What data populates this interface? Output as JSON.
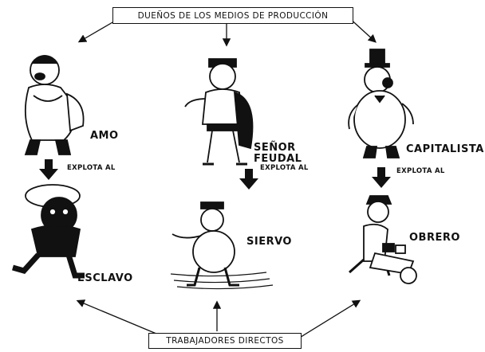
{
  "top_box": "DUEÑOS DE LOS MEDIOS DE PRODUCCIÓN",
  "bottom_box": "TRABAJADORES DIRECTOS",
  "owners": {
    "amo": "AMO",
    "senor_line1": "SEÑOR",
    "senor_line2": "FEUDAL",
    "capitalista": "CAPITALISTA"
  },
  "relation": "EXPLOTA AL",
  "workers": {
    "esclavo": "ESCLAVO",
    "siervo": "SIERVO",
    "obrero": "OBRERO"
  }
}
